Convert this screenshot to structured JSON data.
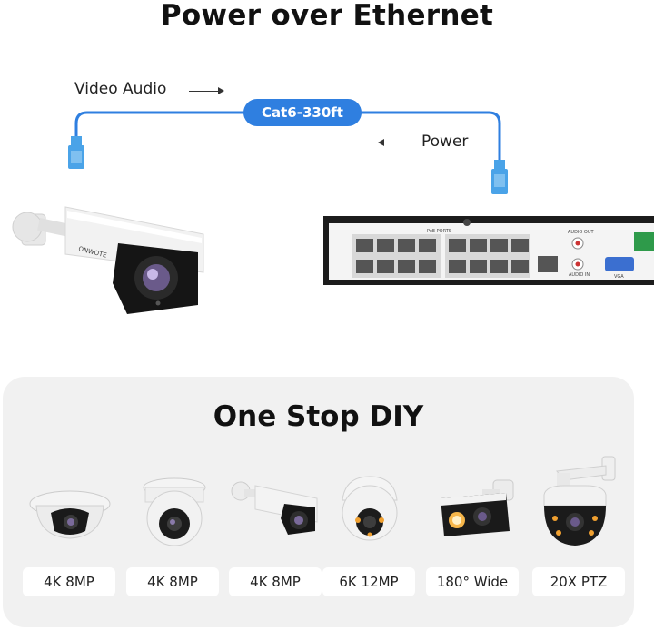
{
  "header": {
    "title": "Power over Ethernet"
  },
  "diagram": {
    "video_audio_label": "Video Audio",
    "cable_label": "Cat6-330ft",
    "power_label": "Power",
    "camera_brand": "ONWOTE",
    "nvr": {
      "ports_label": "PoE PORTS",
      "audio_out": "AUDIO OUT",
      "audio_in": "AUDIO IN",
      "vga": "VGA"
    },
    "colors": {
      "cable": "#2f7fe0",
      "connector": "#4aa3e8"
    }
  },
  "panel": {
    "title": "One Stop DIY",
    "cameras": [
      {
        "label": "4K 8MP",
        "icon": "dome-camera-icon"
      },
      {
        "label": "4K 8MP",
        "icon": "turret-camera-icon"
      },
      {
        "label": "4K 8MP",
        "icon": "bullet-camera-icon"
      },
      {
        "label": "6K 12MP",
        "icon": "turret-color-camera-icon"
      },
      {
        "label": "180° Wide",
        "icon": "dual-lens-camera-icon"
      },
      {
        "label": "20X PTZ",
        "icon": "ptz-camera-icon"
      }
    ]
  }
}
